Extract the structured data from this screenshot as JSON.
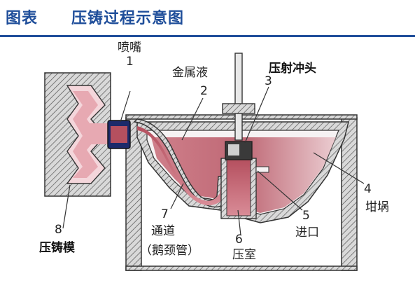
{
  "header": {
    "figure_label": "图表",
    "title": "压铸过程示意图"
  },
  "diagram": {
    "labels": {
      "nozzle_name": "喷嘴",
      "nozzle_num": "1",
      "molten_metal_name": "金属液",
      "molten_metal_num": "2",
      "plunger_name": "压射冲头",
      "plunger_num": "3",
      "crucible_num": "4",
      "crucible_name": "坩埚",
      "inlet_num": "5",
      "inlet_name": "进口",
      "chamber_num": "6",
      "chamber_name": "压室",
      "channel_num": "7",
      "channel_name": "通道",
      "channel_sub": "（鹅颈管）",
      "die_num": "8",
      "die_name": "压铸模"
    },
    "colors": {
      "metal": "#b5505f",
      "hatch": "#555555",
      "nozzle": "#1c2a6a",
      "title": "#1f4e9a"
    }
  }
}
